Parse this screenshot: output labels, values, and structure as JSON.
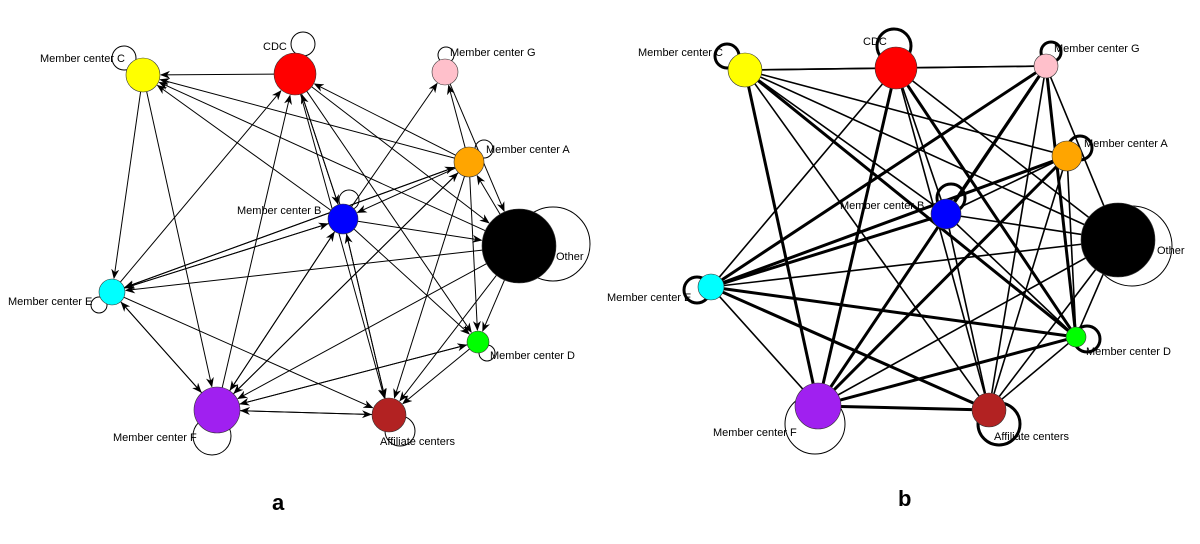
{
  "panels": [
    {
      "id": "a",
      "label": "a",
      "directed": true,
      "nodes": [
        {
          "id": "member_c",
          "label": "Member center C",
          "color": "#ffff00",
          "self_loop": true
        },
        {
          "id": "cdc",
          "label": "CDC",
          "color": "#ff0000",
          "self_loop": true
        },
        {
          "id": "member_g",
          "label": "Member center G",
          "color": "#ffc0cb",
          "self_loop": true
        },
        {
          "id": "member_a",
          "label": "Member center A",
          "color": "#ffa500",
          "self_loop": true
        },
        {
          "id": "member_b",
          "label": "Member center B",
          "color": "#0000ff",
          "self_loop": true
        },
        {
          "id": "other",
          "label": "Other",
          "color": "#000000",
          "self_loop": true
        },
        {
          "id": "member_e",
          "label": "Member center E",
          "color": "#00ffff",
          "self_loop": true
        },
        {
          "id": "member_d",
          "label": "Member center D",
          "color": "#00ff00",
          "self_loop": true
        },
        {
          "id": "member_f",
          "label": "Member center F",
          "color": "#a020f0",
          "self_loop": true
        },
        {
          "id": "affiliate",
          "label": "Affiliate centers",
          "color": "#b22222",
          "self_loop": true
        }
      ],
      "edges": [
        [
          "cdc",
          "member_c"
        ],
        [
          "member_a",
          "member_c"
        ],
        [
          "member_b",
          "member_c"
        ],
        [
          "other",
          "member_c"
        ],
        [
          "member_c",
          "member_e"
        ],
        [
          "member_c",
          "member_f"
        ],
        [
          "member_e",
          "cdc"
        ],
        [
          "member_f",
          "cdc"
        ],
        [
          "member_a",
          "cdc"
        ],
        [
          "member_b",
          "cdc"
        ],
        [
          "cdc",
          "member_b"
        ],
        [
          "cdc",
          "other"
        ],
        [
          "cdc",
          "member_d"
        ],
        [
          "cdc",
          "affiliate"
        ],
        [
          "member_b",
          "member_g"
        ],
        [
          "member_a",
          "member_g"
        ],
        [
          "member_g",
          "other"
        ],
        [
          "member_a",
          "member_b"
        ],
        [
          "member_a",
          "member_e"
        ],
        [
          "member_a",
          "member_f"
        ],
        [
          "member_a",
          "affiliate"
        ],
        [
          "member_a",
          "member_d"
        ],
        [
          "member_b",
          "member_e"
        ],
        [
          "member_e",
          "member_b"
        ],
        [
          "member_b",
          "member_f"
        ],
        [
          "member_f",
          "member_b"
        ],
        [
          "member_b",
          "other"
        ],
        [
          "member_b",
          "member_d"
        ],
        [
          "member_b",
          "affiliate"
        ],
        [
          "other",
          "member_e"
        ],
        [
          "other",
          "member_f"
        ],
        [
          "other",
          "affiliate"
        ],
        [
          "other",
          "member_d"
        ],
        [
          "other",
          "member_a"
        ],
        [
          "member_e",
          "member_f"
        ],
        [
          "member_f",
          "member_e"
        ],
        [
          "member_e",
          "affiliate"
        ],
        [
          "member_e",
          "member_a"
        ],
        [
          "member_d",
          "member_f"
        ],
        [
          "member_f",
          "member_d"
        ],
        [
          "member_d",
          "affiliate"
        ],
        [
          "affiliate",
          "member_f"
        ],
        [
          "member_f",
          "affiliate"
        ],
        [
          "affiliate",
          "member_b"
        ],
        [
          "member_f",
          "member_a"
        ]
      ]
    },
    {
      "id": "b",
      "label": "b",
      "directed": false,
      "nodes": [
        {
          "id": "member_c",
          "label": "Member center C",
          "color": "#ffff00",
          "self_loop": true
        },
        {
          "id": "cdc",
          "label": "CDC",
          "color": "#ff0000",
          "self_loop": true
        },
        {
          "id": "member_g",
          "label": "Member center G",
          "color": "#ffc0cb",
          "self_loop": true
        },
        {
          "id": "member_a",
          "label": "Member center A",
          "color": "#ffa500",
          "self_loop": true
        },
        {
          "id": "member_b",
          "label": "Member center B",
          "color": "#0000ff",
          "self_loop": true
        },
        {
          "id": "other",
          "label": "Other",
          "color": "#000000",
          "self_loop": true
        },
        {
          "id": "member_e",
          "label": "Member center E",
          "color": "#00ffff",
          "self_loop": true
        },
        {
          "id": "member_d",
          "label": "Member center D",
          "color": "#00ff00",
          "self_loop": true
        },
        {
          "id": "member_f",
          "label": "Member center F",
          "color": "#a020f0",
          "self_loop": true
        },
        {
          "id": "affiliate",
          "label": "Affiliate centers",
          "color": "#b22222",
          "self_loop": true
        }
      ],
      "edges": [
        [
          "member_c",
          "cdc"
        ],
        [
          "member_c",
          "member_g"
        ],
        [
          "member_c",
          "member_a"
        ],
        [
          "member_c",
          "member_b"
        ],
        [
          "member_c",
          "other"
        ],
        [
          "member_c",
          "member_d"
        ],
        [
          "member_c",
          "affiliate"
        ],
        [
          "member_c",
          "member_f"
        ],
        [
          "cdc",
          "member_g"
        ],
        [
          "cdc",
          "member_e"
        ],
        [
          "cdc",
          "member_f"
        ],
        [
          "cdc",
          "member_b"
        ],
        [
          "cdc",
          "other"
        ],
        [
          "cdc",
          "member_d"
        ],
        [
          "cdc",
          "affiliate"
        ],
        [
          "member_g",
          "member_e"
        ],
        [
          "member_g",
          "member_b"
        ],
        [
          "member_g",
          "member_d"
        ],
        [
          "member_g",
          "member_f"
        ],
        [
          "member_g",
          "affiliate"
        ],
        [
          "member_g",
          "other"
        ],
        [
          "member_a",
          "member_e"
        ],
        [
          "member_a",
          "member_f"
        ],
        [
          "member_a",
          "member_d"
        ],
        [
          "member_a",
          "affiliate"
        ],
        [
          "member_a",
          "member_b"
        ],
        [
          "member_b",
          "member_e"
        ],
        [
          "member_b",
          "member_f"
        ],
        [
          "member_b",
          "other"
        ],
        [
          "member_b",
          "member_d"
        ],
        [
          "member_b",
          "affiliate"
        ],
        [
          "other",
          "member_e"
        ],
        [
          "other",
          "member_d"
        ],
        [
          "other",
          "affiliate"
        ],
        [
          "other",
          "member_f"
        ],
        [
          "member_e",
          "member_d"
        ],
        [
          "member_e",
          "member_f"
        ],
        [
          "member_e",
          "affiliate"
        ],
        [
          "member_d",
          "member_f"
        ],
        [
          "member_d",
          "affiliate"
        ],
        [
          "member_f",
          "affiliate"
        ]
      ]
    }
  ]
}
